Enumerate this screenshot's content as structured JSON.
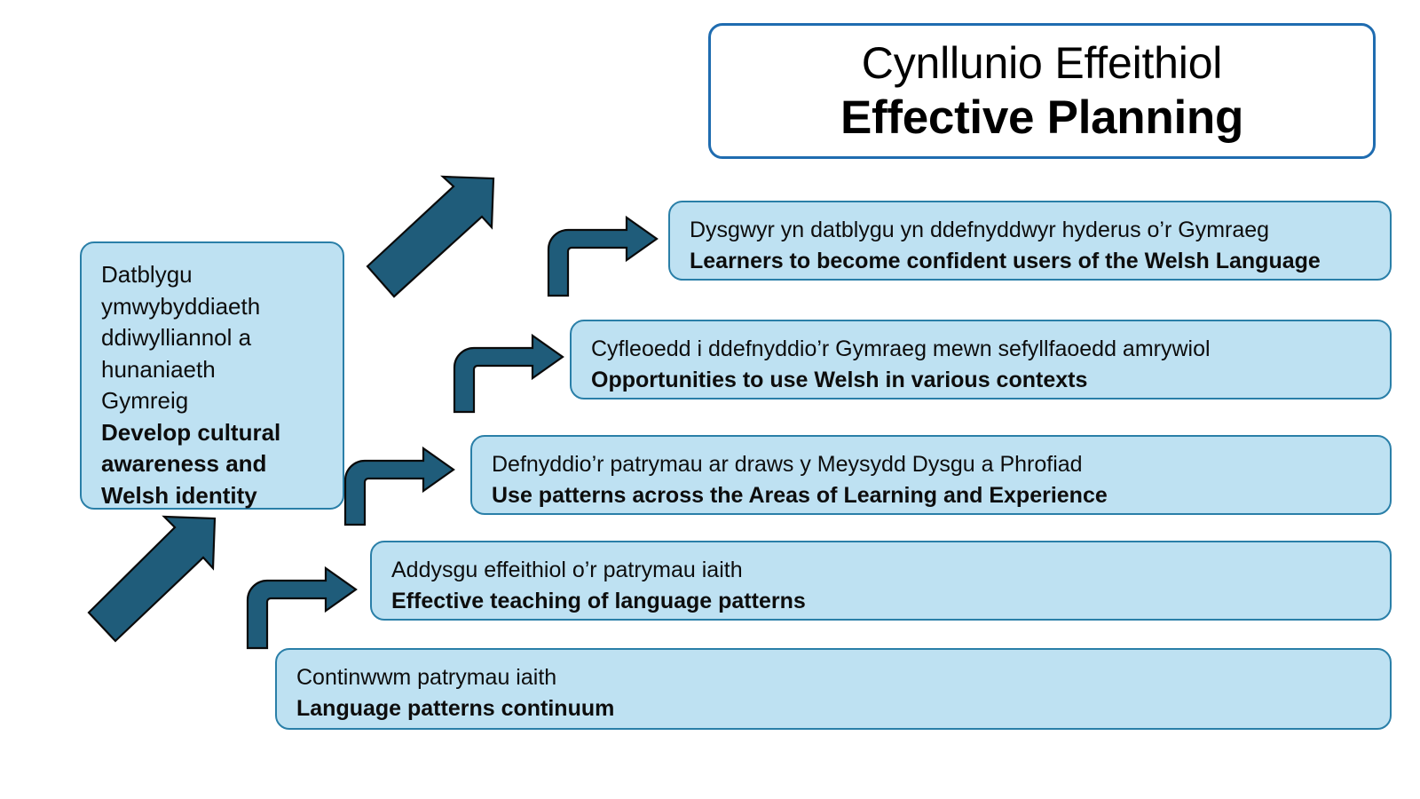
{
  "title": {
    "welsh": "Cynllunio Effeithiol",
    "english": "Effective Planning"
  },
  "source_box": {
    "welsh_lines": [
      "Datblygu",
      "ymwybyddiaeth",
      "ddiwylliannol a",
      "hunaniaeth",
      "Gymreig"
    ],
    "english_lines": [
      "Develop cultural",
      "awareness and",
      "Welsh identity"
    ]
  },
  "items": [
    {
      "welsh": "Dysgwyr yn datblygu yn ddefnyddwyr hyderus o’r Gymraeg",
      "english": "Learners to become confident users of the Welsh Language"
    },
    {
      "welsh": "Cyfleoedd i ddefnyddio’r Gymraeg mewn sefyllfaoedd amrywiol",
      "english": "Opportunities to use Welsh in various contexts"
    },
    {
      "welsh": "Defnyddio’r patrymau ar draws y Meysydd Dysgu a Phrofiad",
      "english": "Use patterns across the Areas of Learning and Experience"
    },
    {
      "welsh": "Addysgu effeithiol o’r patrymau iaith",
      "english": "Effective teaching of language patterns"
    },
    {
      "welsh": "Continwwm patrymau iaith",
      "english": "Language patterns continuum"
    }
  ],
  "colors": {
    "box_fill": "#BEE1F2",
    "box_border": "#2A7FA8",
    "arrow_fill": "#1F5C7A",
    "arrow_outline": "#0A0A0A",
    "title_border": "#1F6CB0",
    "text": "#0D0D0D",
    "background": "#FFFFFF"
  },
  "icons": {
    "arrow_diagonal_up_right": "arrow-diagonal-up-right-icon",
    "arrow_bent_up_right": "arrow-bent-up-right-icon"
  }
}
